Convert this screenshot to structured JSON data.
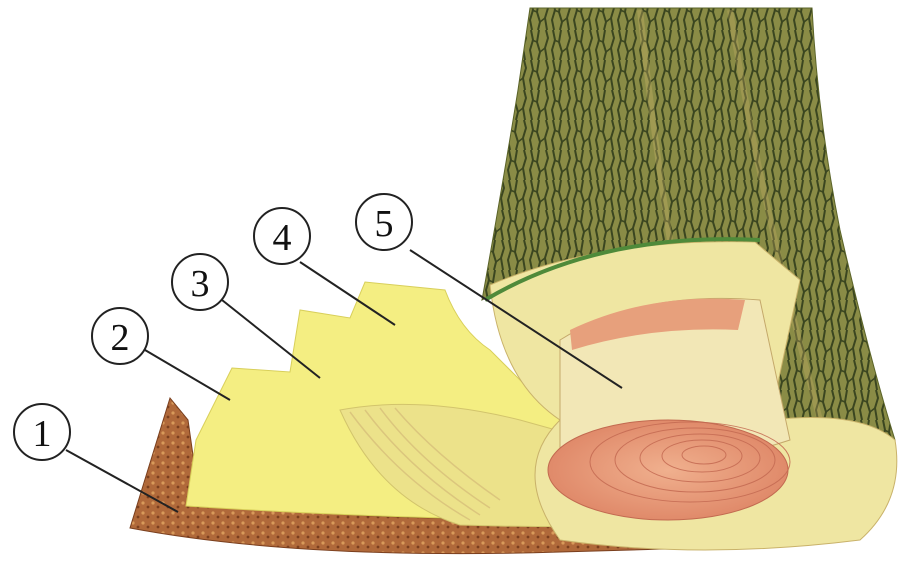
{
  "diagram": {
    "labels": [
      {
        "id": "callout-1",
        "text": "1"
      },
      {
        "id": "callout-2",
        "text": "2"
      },
      {
        "id": "callout-3",
        "text": "3"
      },
      {
        "id": "callout-4",
        "text": "4"
      },
      {
        "id": "callout-5",
        "text": "5"
      }
    ],
    "colors": {
      "bark": "#6f7d3a",
      "bark_dark": "#3f4a1e",
      "outer_bark_sheet": "#b06a3a",
      "bast_sheet": "#f4ec7e",
      "cambium_sheet": "#efe07a",
      "sapwood": "#f1e8a5",
      "heartwood": "#e8a27c",
      "rings": "#d97c62",
      "outline": "#222222"
    }
  }
}
